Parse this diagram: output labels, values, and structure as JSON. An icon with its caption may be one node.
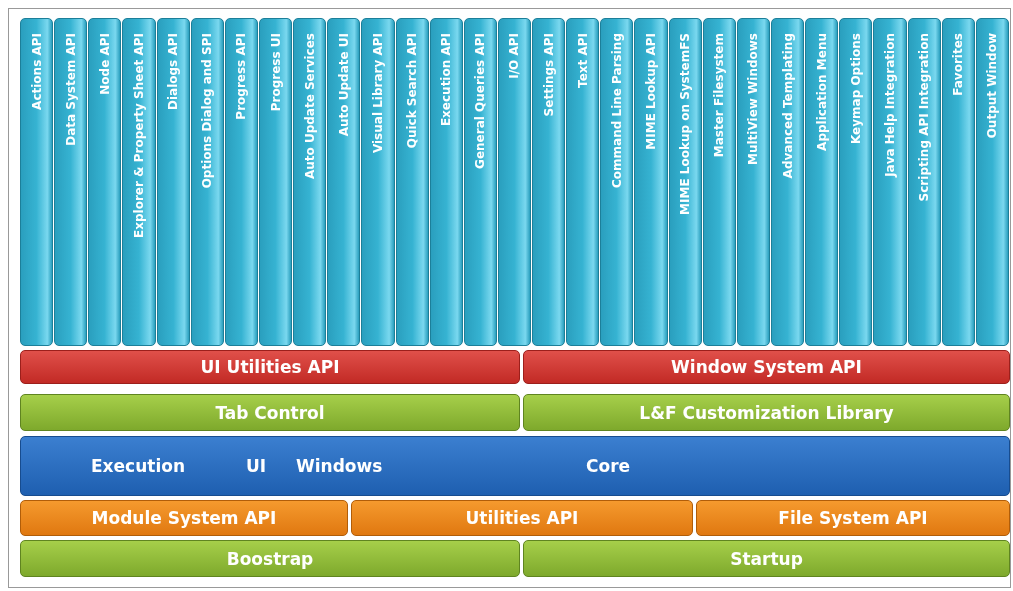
{
  "diagram": {
    "nodes": [
      {
        "text": [
          "Actions API"
        ]
      },
      {
        "text": [
          "Data System API"
        ]
      },
      {
        "text": [
          "Node API"
        ]
      },
      {
        "text": [
          "Explorer & Property Sheet API"
        ]
      },
      {
        "text": [
          "Dialogs API"
        ]
      },
      {
        "text": [
          "Options Dialog and SPI"
        ]
      },
      {
        "text": [
          "Progress API"
        ]
      },
      {
        "text": [
          "Progress UI"
        ]
      },
      {
        "text": [
          "Auto Update Services"
        ]
      },
      {
        "text": [
          "Auto Update UI"
        ]
      },
      {
        "text": [
          "Visual Library API"
        ]
      },
      {
        "text": [
          "Quick Search API"
        ]
      },
      {
        "text": [
          "Execution API"
        ]
      },
      {
        "text": [
          "General Queries API"
        ]
      },
      {
        "text": [
          "I/O API"
        ]
      },
      {
        "text": [
          "Settings API"
        ]
      },
      {
        "text": [
          "Text API"
        ]
      },
      {
        "text": [
          "Command Line Parsing"
        ]
      },
      {
        "text": [
          "MIME Lookup API"
        ]
      },
      {
        "text": [
          "MIME Lookup on SystemFS"
        ]
      },
      {
        "text": [
          "Master Filesystem"
        ]
      },
      {
        "text": [
          "MultiView Windows"
        ]
      },
      {
        "text": [
          "Advanced Templating"
        ]
      },
      {
        "text": [
          "Application Menu"
        ]
      },
      {
        "text": [
          "Keymap Options"
        ]
      },
      {
        "text": [
          "Java Help Integration"
        ]
      },
      {
        "text": [
          "Scripting API Integration"
        ]
      },
      {
        "text": [
          "Favorites"
        ]
      },
      {
        "text": [
          "Output Window"
        ]
      },
      {
        "text": [
          "UI Utilities API"
        ]
      },
      {
        "text": [
          "Window System API"
        ]
      },
      {
        "text": [
          "Tab Control"
        ]
      },
      {
        "text": [
          "L&F Customization Library"
        ]
      },
      {
        "text": [
          "Execution",
          "UI",
          "Windows",
          "Core"
        ]
      },
      {
        "text": [
          "Module System API"
        ]
      },
      {
        "text": [
          "Utilities API"
        ]
      },
      {
        "text": [
          "File System API"
        ]
      },
      {
        "text": [
          "Boostrap"
        ]
      },
      {
        "text": [
          "Startup"
        ]
      }
    ]
  }
}
